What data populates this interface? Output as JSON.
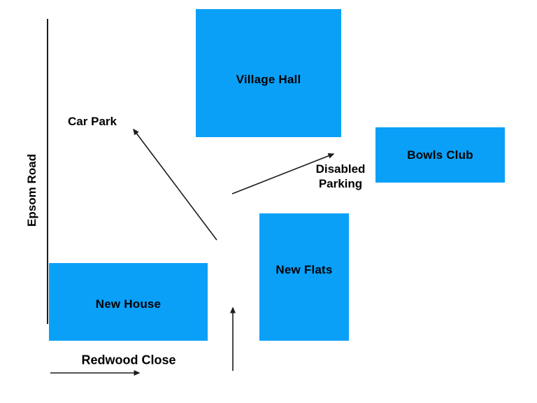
{
  "diagram": {
    "type": "site-map",
    "buildings": [
      {
        "name": "village-hall",
        "label": "Village Hall"
      },
      {
        "name": "bowls-club",
        "label": "Bowls Club"
      },
      {
        "name": "new-house",
        "label": "New House"
      },
      {
        "name": "new-flats",
        "label": "New Flats"
      }
    ],
    "road_labels": {
      "epsom_road": "Epsom Road",
      "redwood_close": "Redwood Close"
    },
    "area_labels": {
      "car_park": "Car Park",
      "disabled_parking": "Disabled Parking"
    },
    "colors": {
      "building_fill": "#0aa0f8",
      "line": "#1c1c1c",
      "text": "#000000",
      "background": "#ffffff"
    }
  }
}
